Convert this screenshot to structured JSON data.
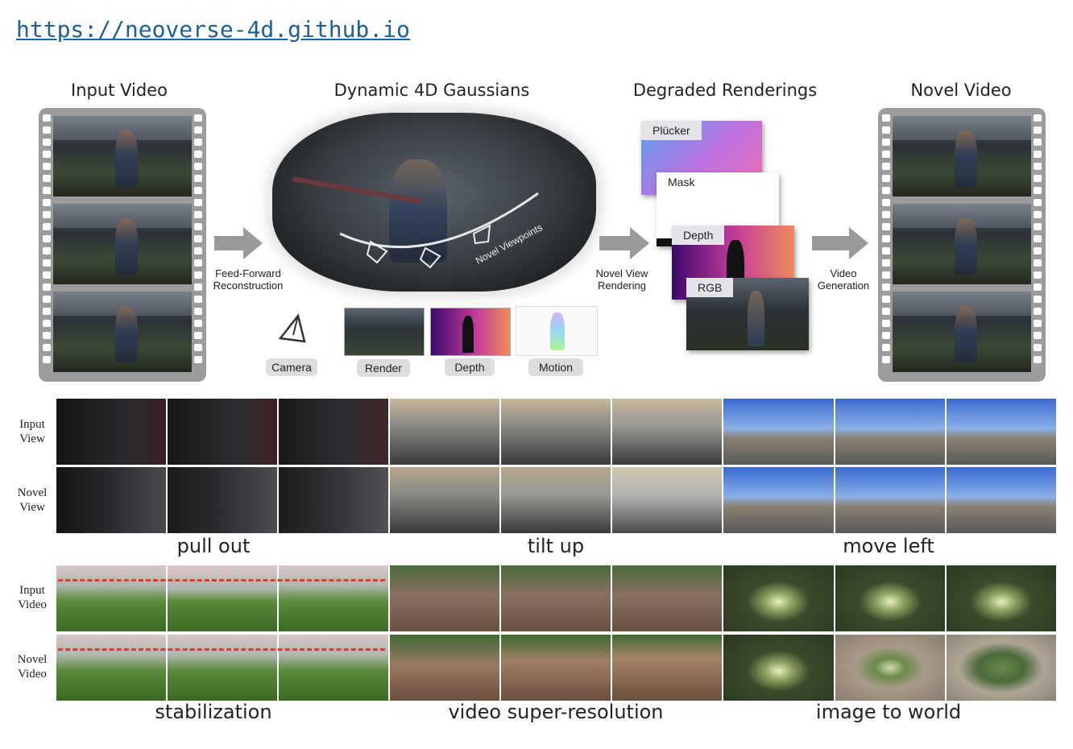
{
  "url": "https://neoverse-4d.github.io",
  "pipeline": {
    "headers": {
      "input_video": "Input Video",
      "dynamic_gaussians": "Dynamic 4D Gaussians",
      "degraded_renderings": "Degraded Renderings",
      "novel_video": "Novel Video"
    },
    "arrows": {
      "feed_forward": "Feed-Forward Reconstruction",
      "novel_view": "Novel View Rendering",
      "video_generation": "Video Generation"
    },
    "novel_viewpoints_label": "Novel Viewpoints",
    "attributes": [
      "Camera",
      "Render",
      "Depth",
      "Motion"
    ],
    "renderings": [
      "Plücker",
      "Mask",
      "Depth",
      "RGB"
    ]
  },
  "examples": {
    "row_labels_top": [
      "Input View",
      "Novel View"
    ],
    "row_labels_bottom": [
      "Input Video",
      "Novel Video"
    ],
    "captions_top": [
      "pull out",
      "tilt up",
      "move left"
    ],
    "captions_bottom": [
      "stabilization",
      "video super-resolution",
      "image to world"
    ]
  },
  "colors": {
    "link": "#1f5f95",
    "film_gray": "#9c9c9c",
    "arrow_gray": "#9a9a9a",
    "stabilization_line": "#e23b2e",
    "plucker_gradient": [
      "#5aa0f0",
      "#c070e0",
      "#f070b0"
    ],
    "depth_gradient": [
      "#3a0a6a",
      "#c03a9a",
      "#f08a5a"
    ]
  }
}
